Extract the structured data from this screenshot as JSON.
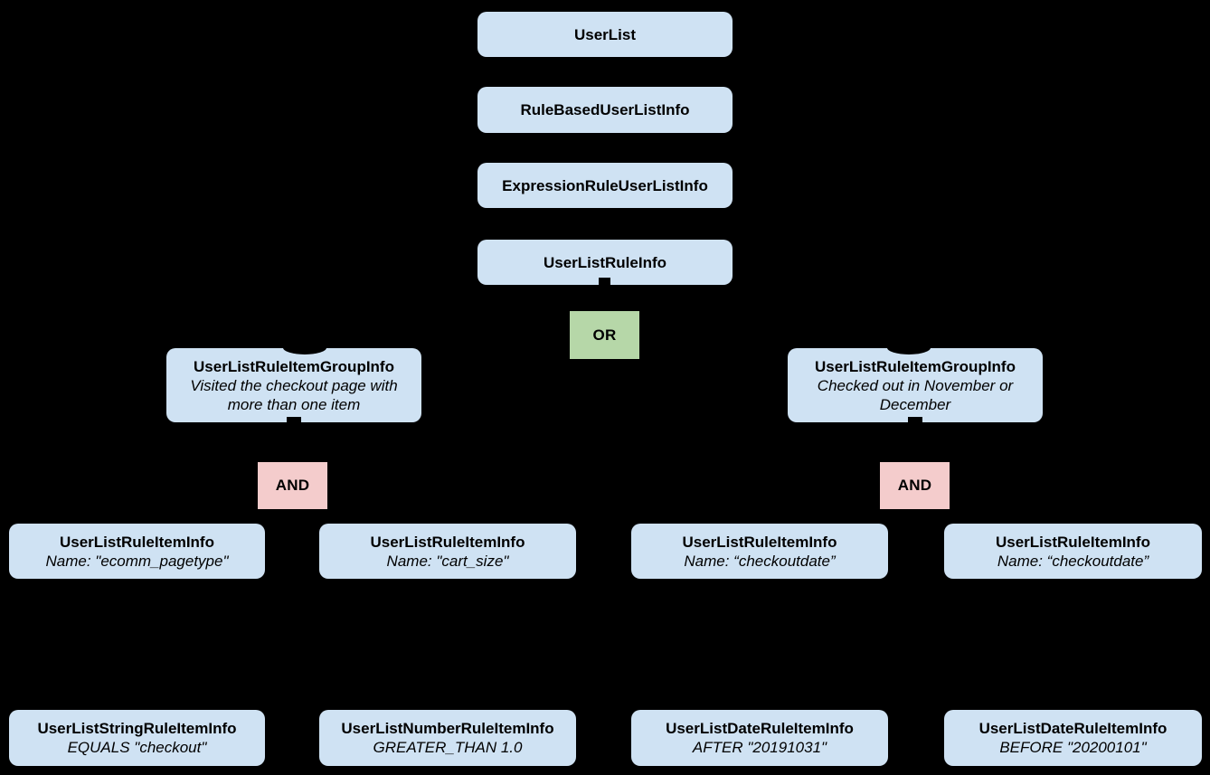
{
  "diagram": {
    "colors": {
      "background": "#000000",
      "node_fill": "#cfe2f3",
      "or_fill": "#b6d7a8",
      "and_fill": "#f4cccc",
      "text": "#000000"
    },
    "or_label": "OR",
    "and_label": "AND",
    "chain": [
      {
        "label": "UserList"
      },
      {
        "label": "RuleBasedUserListInfo"
      },
      {
        "label": "ExpressionRuleUserListInfo"
      },
      {
        "label": "UserListRuleInfo"
      }
    ],
    "groups": [
      {
        "title": "UserListRuleItemGroupInfo",
        "subtitle": "Visited the checkout page with more than one item"
      },
      {
        "title": "UserListRuleItemGroupInfo",
        "subtitle": "Checked out in November or December"
      }
    ],
    "rule_items": [
      {
        "title": "UserListRuleItemInfo",
        "subtitle": "Name: \"ecomm_pagetype\""
      },
      {
        "title": "UserListRuleItemInfo",
        "subtitle": "Name: \"cart_size\""
      },
      {
        "title": "UserListRuleItemInfo",
        "subtitle": "Name: “checkoutdate”"
      },
      {
        "title": "UserListRuleItemInfo",
        "subtitle": "Name: “checkoutdate”"
      }
    ],
    "leaf_items": [
      {
        "title": "UserListStringRuleItemInfo",
        "subtitle": "EQUALS \"checkout\""
      },
      {
        "title": "UserListNumberRuleItemInfo",
        "subtitle": "GREATER_THAN 1.0"
      },
      {
        "title": "UserListDateRuleItemInfo",
        "subtitle": "AFTER \"20191031\""
      },
      {
        "title": "UserListDateRuleItemInfo",
        "subtitle": "BEFORE \"20200101\""
      }
    ]
  }
}
